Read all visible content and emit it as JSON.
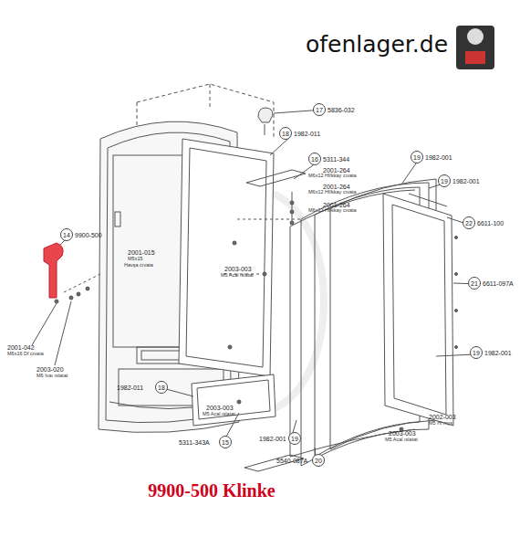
{
  "diagram": {
    "caption": "9900-500 Klinke",
    "labels": [
      "ofenlager.de",
      "17",
      "5836-032",
      "18",
      "1982-011",
      "16",
      "5311-344",
      "2001-264",
      "M6x12 Hf/kkay cıvata",
      "2001-264",
      "M6x12 Hf/kkay cıvata",
      "2001-264",
      "M6x12 Hf/kkay cıvata",
      "19",
      "1982-001",
      "19",
      "1982-001",
      "22",
      "6611-100",
      "21",
      "6611-097A",
      "19",
      "1982-001",
      "14",
      "9900-500",
      "2001-015",
      "M5x15",
      "Havşa cıvata",
      "2003-003",
      "M5 Acal ıslatat",
      "2001-042",
      "M6x16 Df cıvata",
      "2003-020",
      "M6 Ivaı ıslatat",
      "18",
      "1982-011",
      "2003-003",
      "M5 Acal ıslatat",
      "15",
      "5311-343A",
      "1982-001",
      "19",
      "5540-087A",
      "20",
      "2002-003",
      "M5 Hl mys",
      "2003-003",
      "M5 Acal ıslatat"
    ]
  }
}
